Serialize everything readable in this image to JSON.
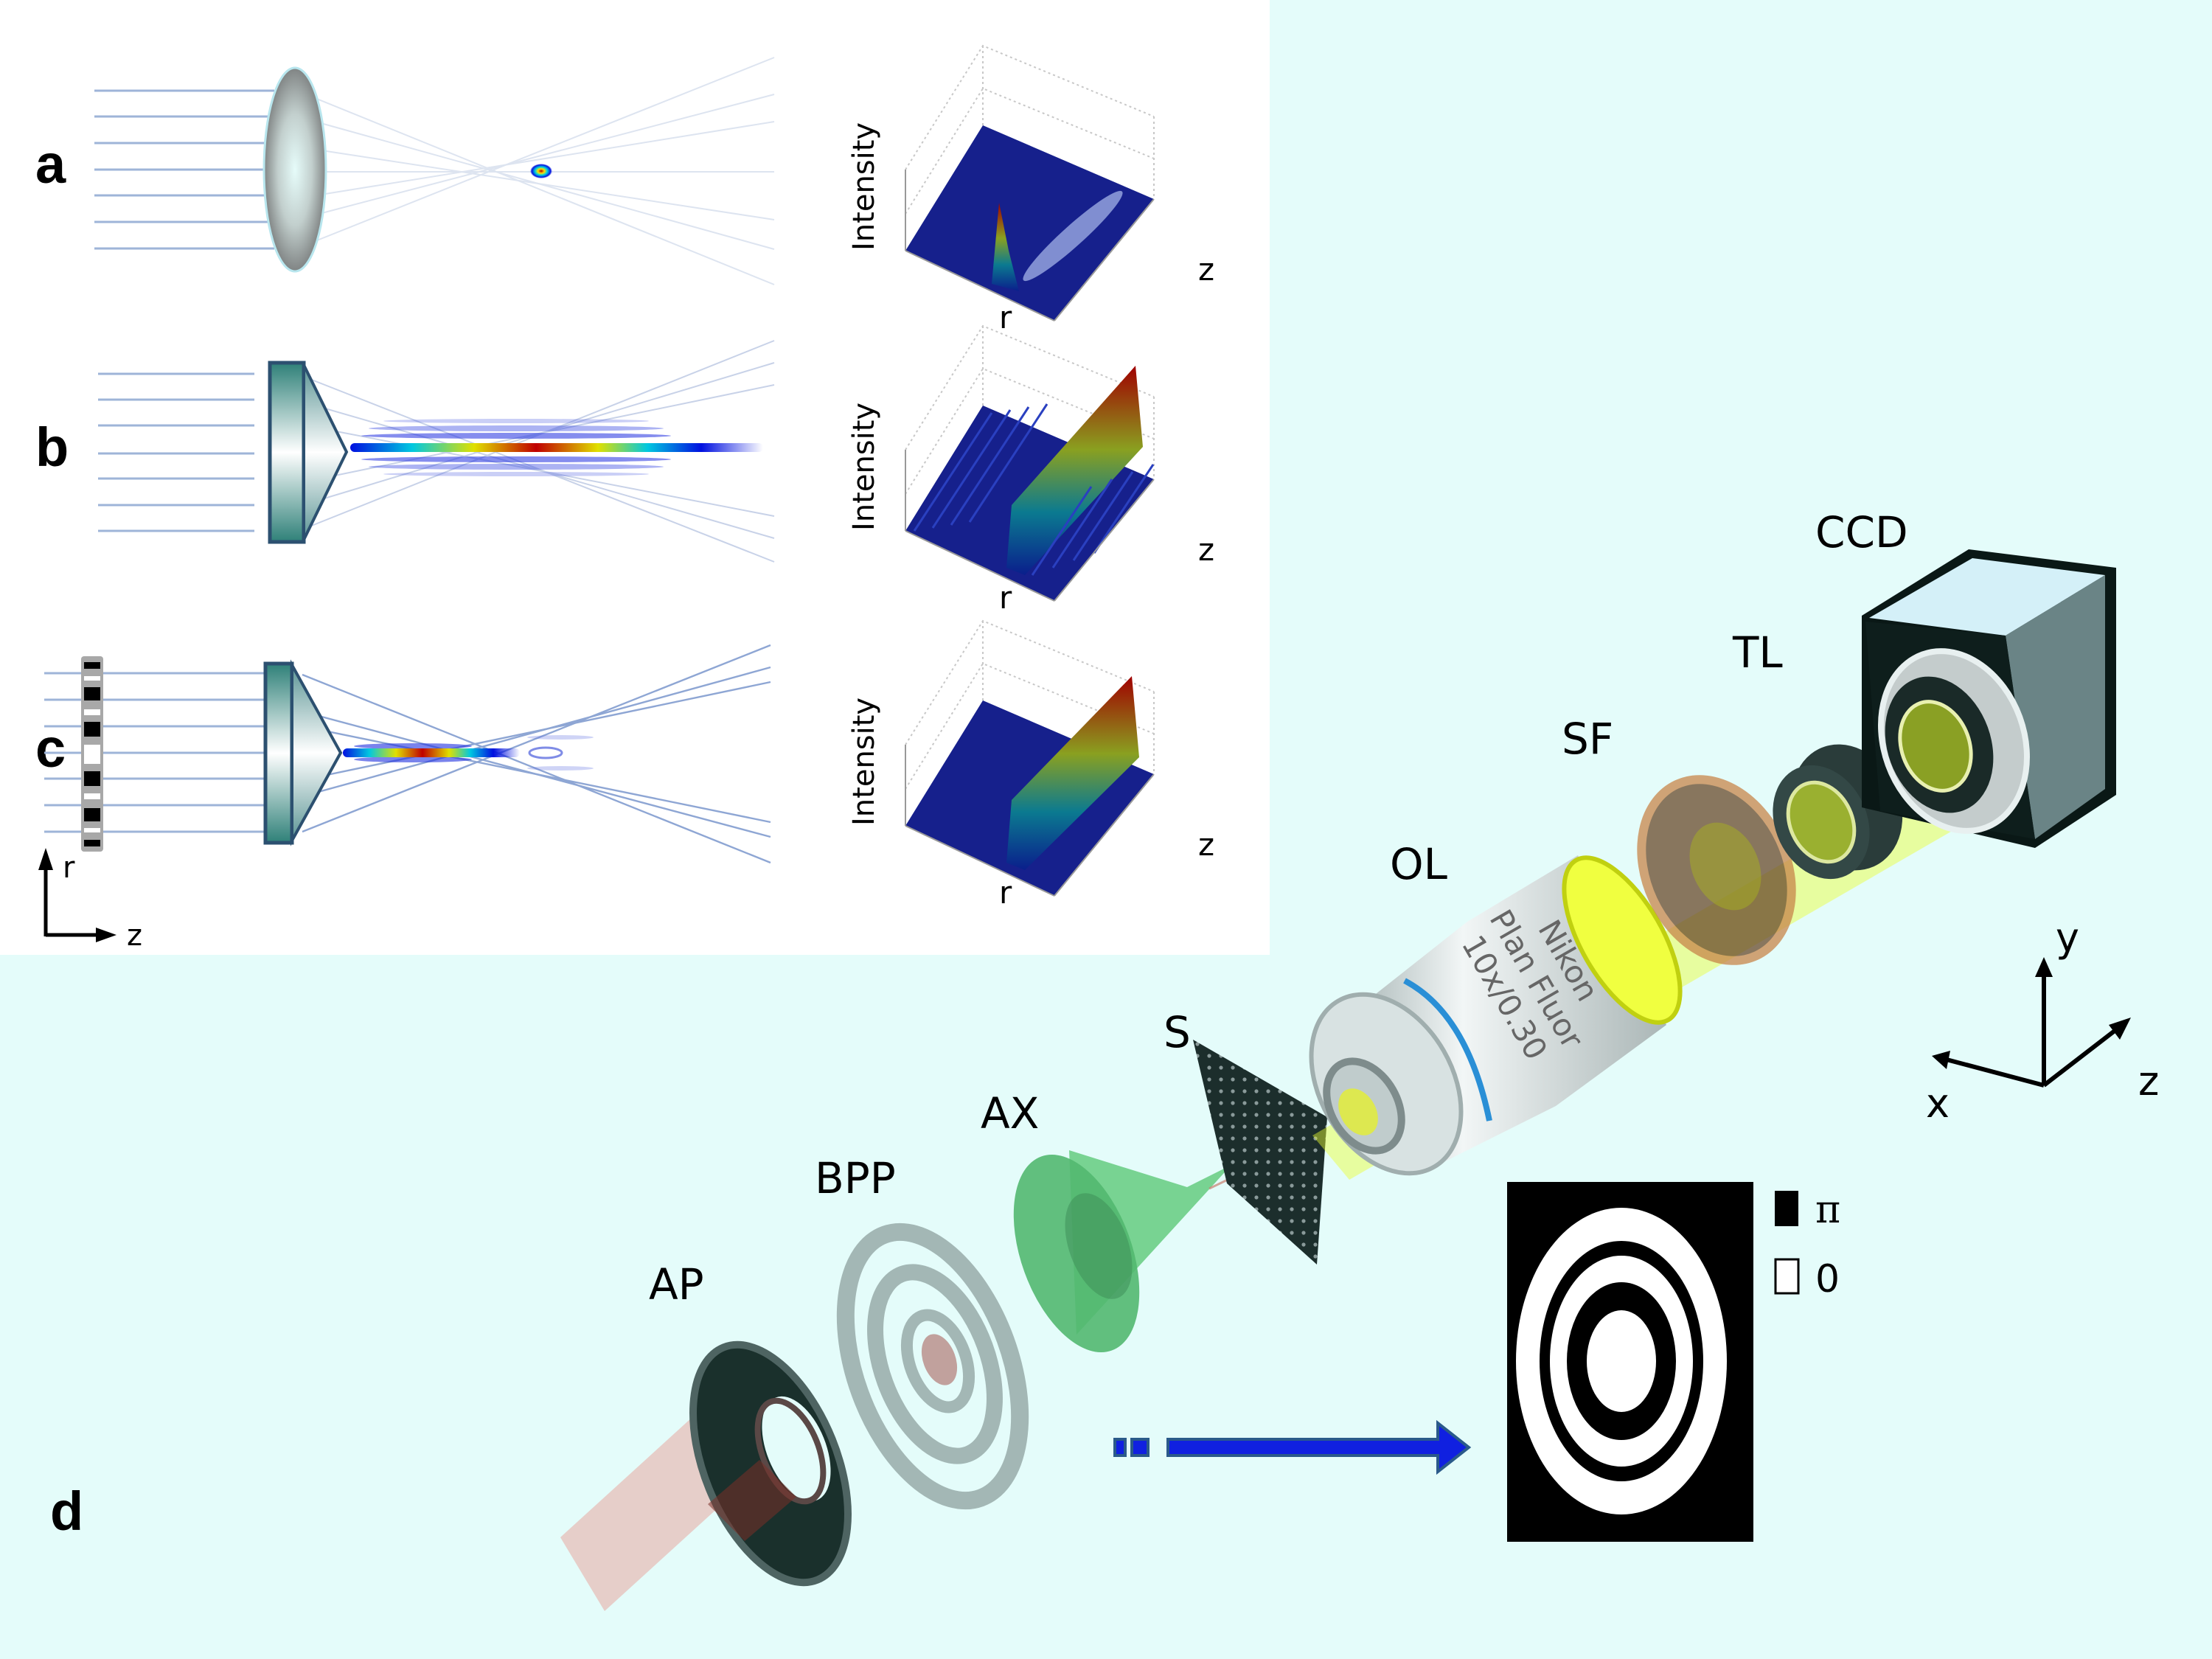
{
  "figure": {
    "background_color": "#e4fcfa",
    "panel_labels": {
      "a": "a",
      "b": "b",
      "c": "c",
      "d": "d"
    },
    "rz_axes": {
      "r": "r",
      "z": "z"
    },
    "xyz_axes": {
      "x": "x",
      "y": "y",
      "z": "z"
    }
  },
  "ray_panels": [
    {
      "id": "a",
      "element": "convex lens",
      "focus": "point focus"
    },
    {
      "id": "b",
      "element": "axicon",
      "focus": "extended Bessel focal line"
    },
    {
      "id": "c",
      "element": "binary phase plate + axicon",
      "focus": "shortened focal line"
    }
  ],
  "intensity_plots": [
    {
      "id": "a",
      "ylabel": "Intensity",
      "xlabel": "r",
      "zlabel": "z",
      "profile": "gaussian-point"
    },
    {
      "id": "b",
      "ylabel": "Intensity",
      "xlabel": "r",
      "zlabel": "z",
      "profile": "bessel-ramp"
    },
    {
      "id": "c",
      "ylabel": "Intensity",
      "xlabel": "r",
      "zlabel": "z",
      "profile": "bessel-modulated"
    }
  ],
  "components": [
    {
      "key": "AP",
      "label": "AP"
    },
    {
      "key": "BPP",
      "label": "BPP"
    },
    {
      "key": "AX",
      "label": "AX"
    },
    {
      "key": "S",
      "label": "S"
    },
    {
      "key": "OL",
      "label": "OL"
    },
    {
      "key": "SF",
      "label": "SF"
    },
    {
      "key": "TL",
      "label": "TL"
    },
    {
      "key": "CCD",
      "label": "CCD"
    }
  ],
  "objective_text": {
    "line1": "Nikon",
    "line2": "Plan Fluor",
    "line3": "10x/0.30"
  },
  "phase_legend": [
    {
      "symbol": "π",
      "color": "#000000"
    },
    {
      "symbol": "0",
      "color": "#ffffff"
    }
  ],
  "colors": {
    "laser_beam": "#e8a8a0",
    "detection_beam": "#eaff30",
    "axicon": "#5cc878",
    "objective_ring": "#2a8fd6",
    "filter": "#b07040",
    "arrow": "#1020e0"
  }
}
